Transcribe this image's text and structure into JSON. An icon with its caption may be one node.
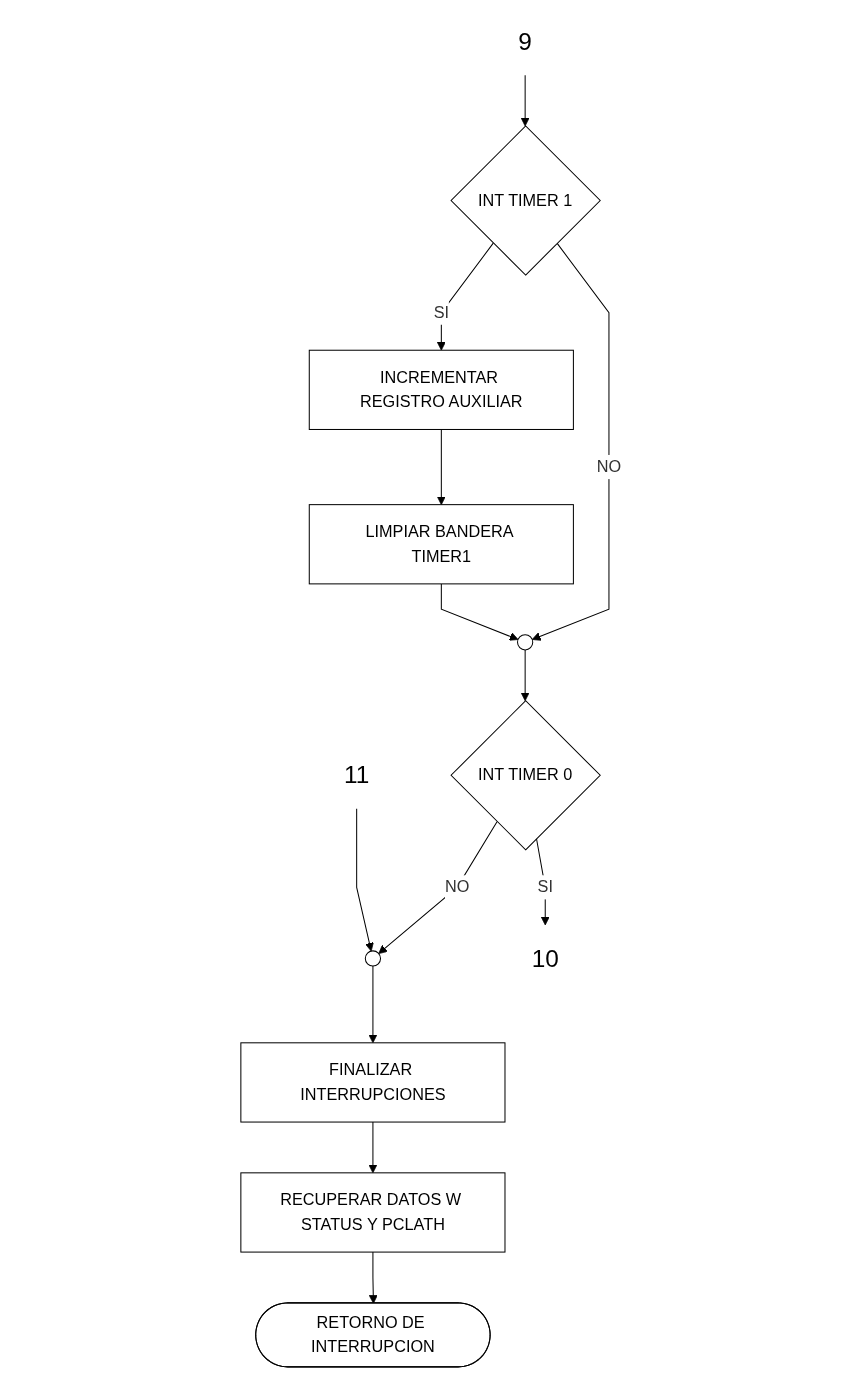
{
  "diagram": {
    "nodes": [
      {
        "text": [
          "9"
        ]
      },
      {
        "text": [
          "INT TIMER 1"
        ]
      },
      {
        "text": [
          "INCREMENTAR REGISTRO AUXILIAR"
        ]
      },
      {
        "text": [
          "LIMPIAR BANDERA TIMER1"
        ]
      },
      {
        "text": [],
        "shape": "circle"
      },
      {
        "text": [
          "INT TIMER 0"
        ]
      },
      {
        "text": [
          "10"
        ]
      },
      {
        "text": [
          "11"
        ]
      },
      {
        "text": [],
        "shape": "circle"
      },
      {
        "text": [
          "FINALIZAR INTERRUPCIONES"
        ]
      },
      {
        "text": [
          "RECUPERAR DATOS W STATUS Y PCLATH"
        ]
      },
      {
        "text": [
          "RETORNO DE INTERRUPCION"
        ]
      }
    ],
    "edges": [
      {
        "from": 0,
        "to": 1,
        "arrow": "to"
      },
      {
        "from": 1,
        "to": 2,
        "arrow": "to",
        "label": "SI"
      },
      {
        "from": 1,
        "to": 4,
        "arrow": "to",
        "label": "NO"
      },
      {
        "from": 2,
        "to": 3,
        "arrow": "to"
      },
      {
        "from": 3,
        "to": 4,
        "arrow": "to"
      },
      {
        "from": 4,
        "to": 5,
        "arrow": "to"
      },
      {
        "from": 5,
        "to": 6,
        "arrow": "to",
        "label": "SI"
      },
      {
        "from": 5,
        "to": 8,
        "arrow": "to",
        "label": "NO"
      },
      {
        "from": 7,
        "to": 8,
        "arrow": "to"
      },
      {
        "from": 8,
        "to": 9,
        "arrow": "to"
      },
      {
        "from": 9,
        "to": 10,
        "arrow": "to"
      },
      {
        "from": 10,
        "to": 11,
        "arrow": "to"
      }
    ]
  }
}
